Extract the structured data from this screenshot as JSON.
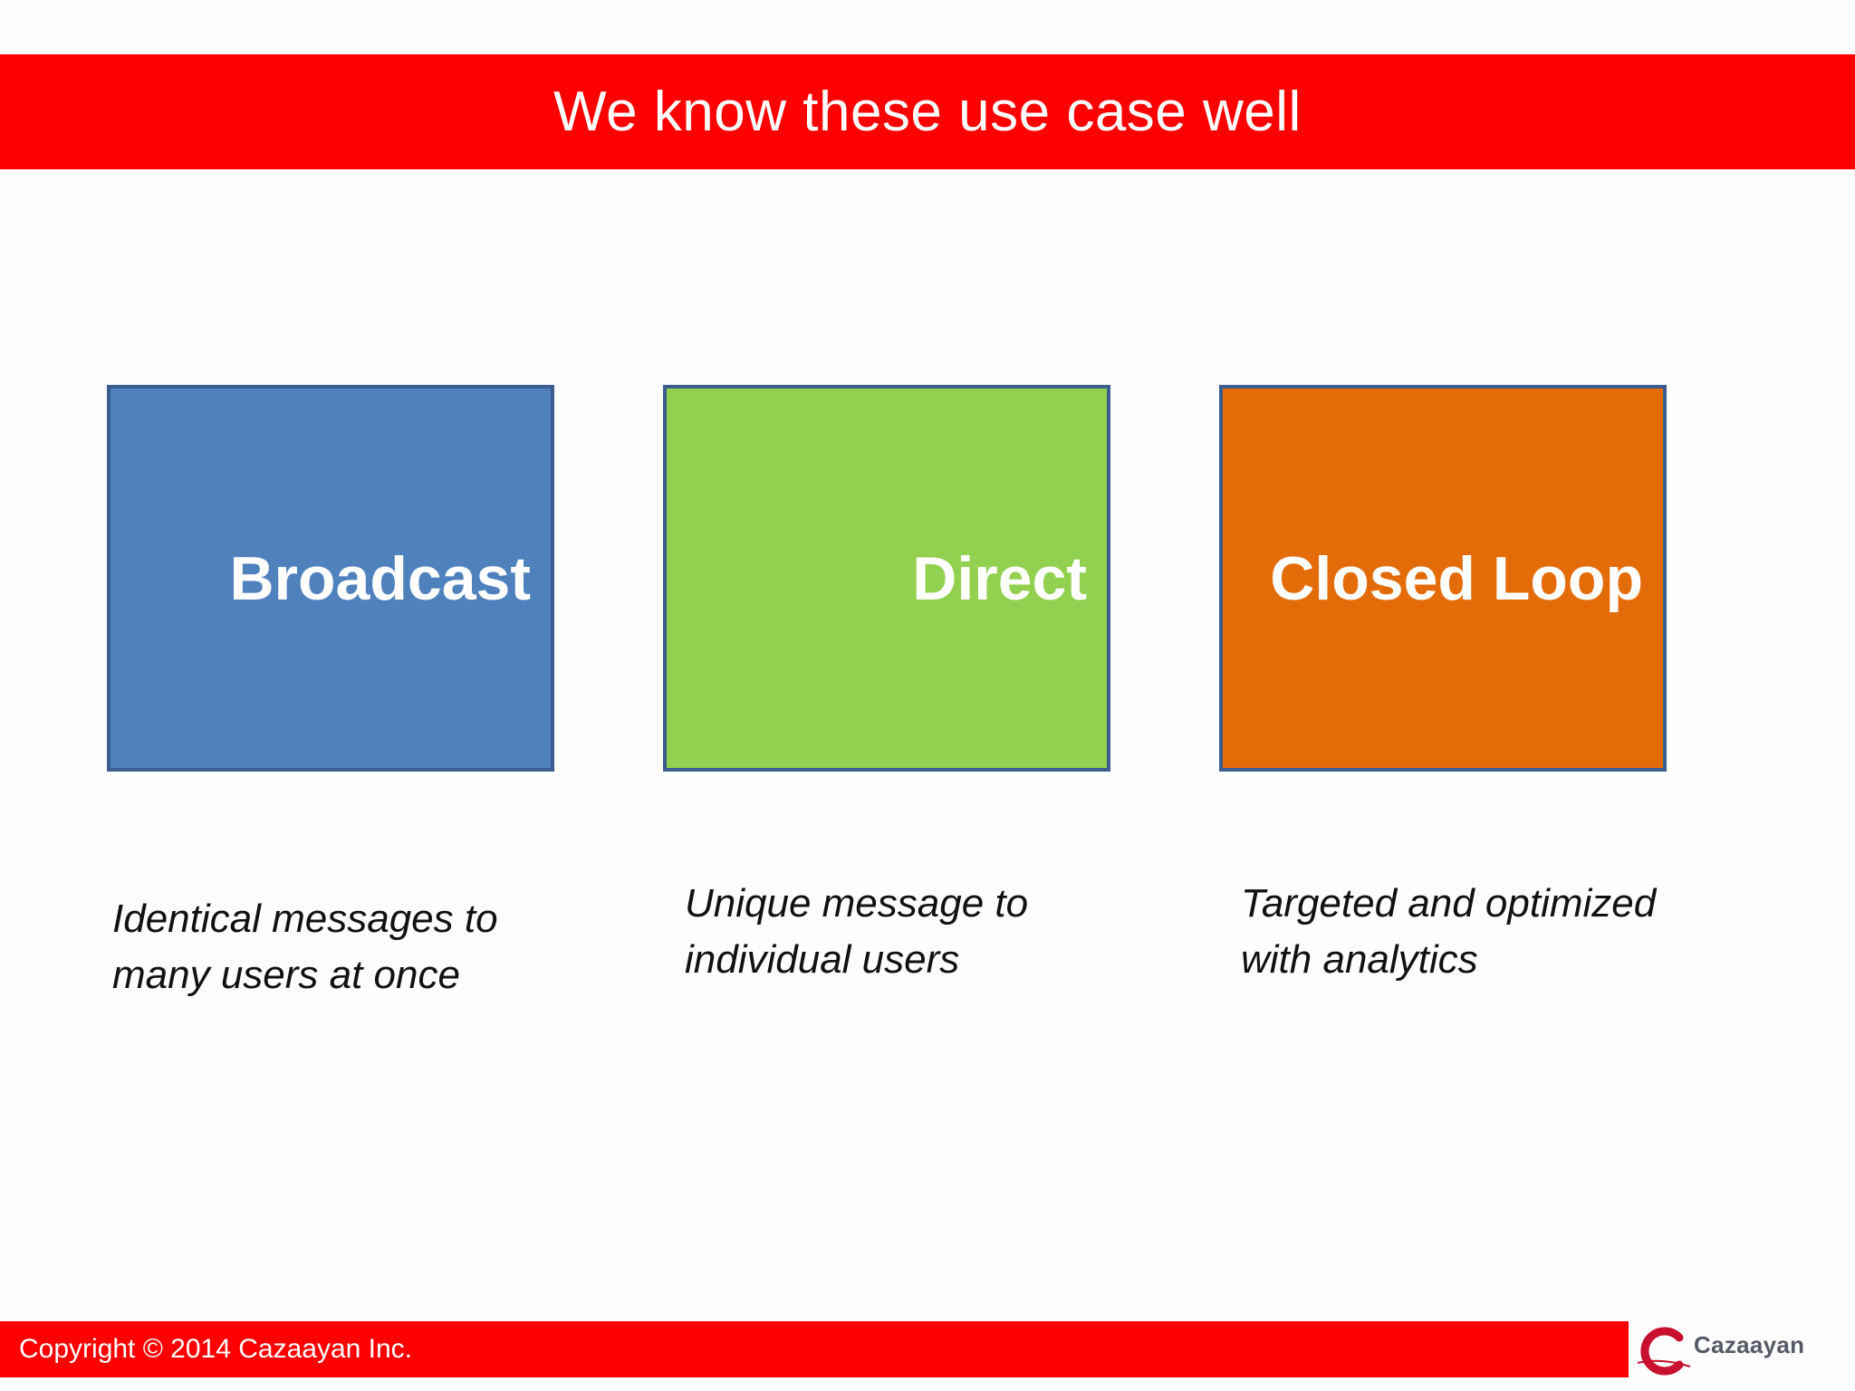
{
  "slide": {
    "title": "We know these use case well",
    "boxes": [
      {
        "label": "Broadcast",
        "color": "#4f81bd"
      },
      {
        "label": "Direct",
        "color": "#92d050"
      },
      {
        "label": "Closed Loop",
        "color": "#e36c09"
      }
    ],
    "descriptions": [
      {
        "line1": "Identical messages to",
        "line2": "many users at once"
      },
      {
        "line1": "Unique message to",
        "line2": "individual users"
      },
      {
        "line1": "Targeted and optimized",
        "line2": "with analytics"
      }
    ],
    "footer": {
      "copyright": "Copyright © 2014 Cazaayan Inc."
    },
    "logo": {
      "text": "Cazaayan"
    },
    "colors": {
      "accent_red": "#fe0000",
      "box_border": "#3a5c8f",
      "background": "#fdfdfd"
    }
  }
}
